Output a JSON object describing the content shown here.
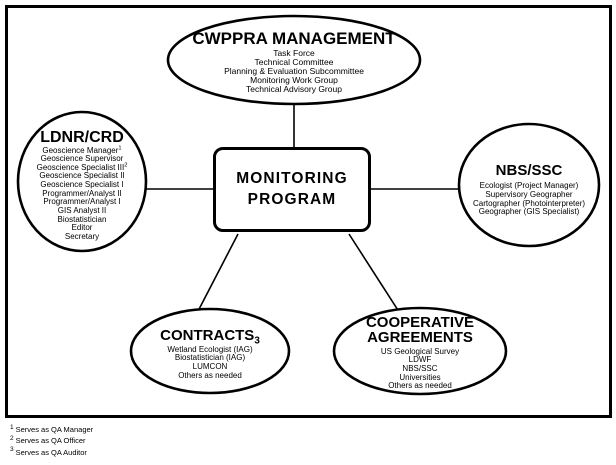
{
  "diagram": {
    "center": {
      "line1": "MONITORING",
      "line2": "PROGRAM"
    },
    "nodes": {
      "cwppra": {
        "title": "CWPPRA MANAGEMENT",
        "items": [
          "Task Force",
          "Technical Committee",
          "Planning & Evaluation Subcommittee",
          "Monitoring Work Group",
          "Technical Advisory Group"
        ]
      },
      "ldnr": {
        "title": "LDNR/CRD",
        "items": [
          "Geoscience Manager",
          "Geoscience Supervisor",
          "Geoscience Specialist III",
          "Geoscience Specialist II",
          "Geoscience Specialist I",
          "Programmer/Analyst II",
          "Programmer/Analyst I",
          "GIS Analyst II",
          "Biostatistician",
          "Editor",
          "Secretary"
        ],
        "footnote_markers": {
          "geoscience_manager": "1",
          "geoscience_specialist_iii": "2"
        }
      },
      "nbs": {
        "title": "NBS/SSC",
        "items": [
          "Ecologist (Project Manager)",
          "Supervisory Geographer",
          "Cartographer (Photointerpreter)",
          "Geographer (GIS Specialist)"
        ]
      },
      "contracts": {
        "title": "CONTRACTS",
        "title_marker": "3",
        "items": [
          "Wetland Ecologist (IAG)",
          "Biostatistician (IAG)",
          "LUMCON",
          "Others as needed"
        ]
      },
      "cooperative": {
        "title_line1": "COOPERATIVE",
        "title_line2": "AGREEMENTS",
        "items": [
          "US Geological Survey",
          "LDWF",
          "NBS/SSC",
          "Universities",
          "Others as needed"
        ]
      }
    },
    "footnotes": [
      {
        "num": "1",
        "text": "Serves as QA Manager"
      },
      {
        "num": "2",
        "text": "Serves as QA Officer"
      },
      {
        "num": "3",
        "text": "Serves as QA Auditor"
      }
    ]
  },
  "colors": {
    "stroke": "#000000",
    "background": "#ffffff"
  }
}
